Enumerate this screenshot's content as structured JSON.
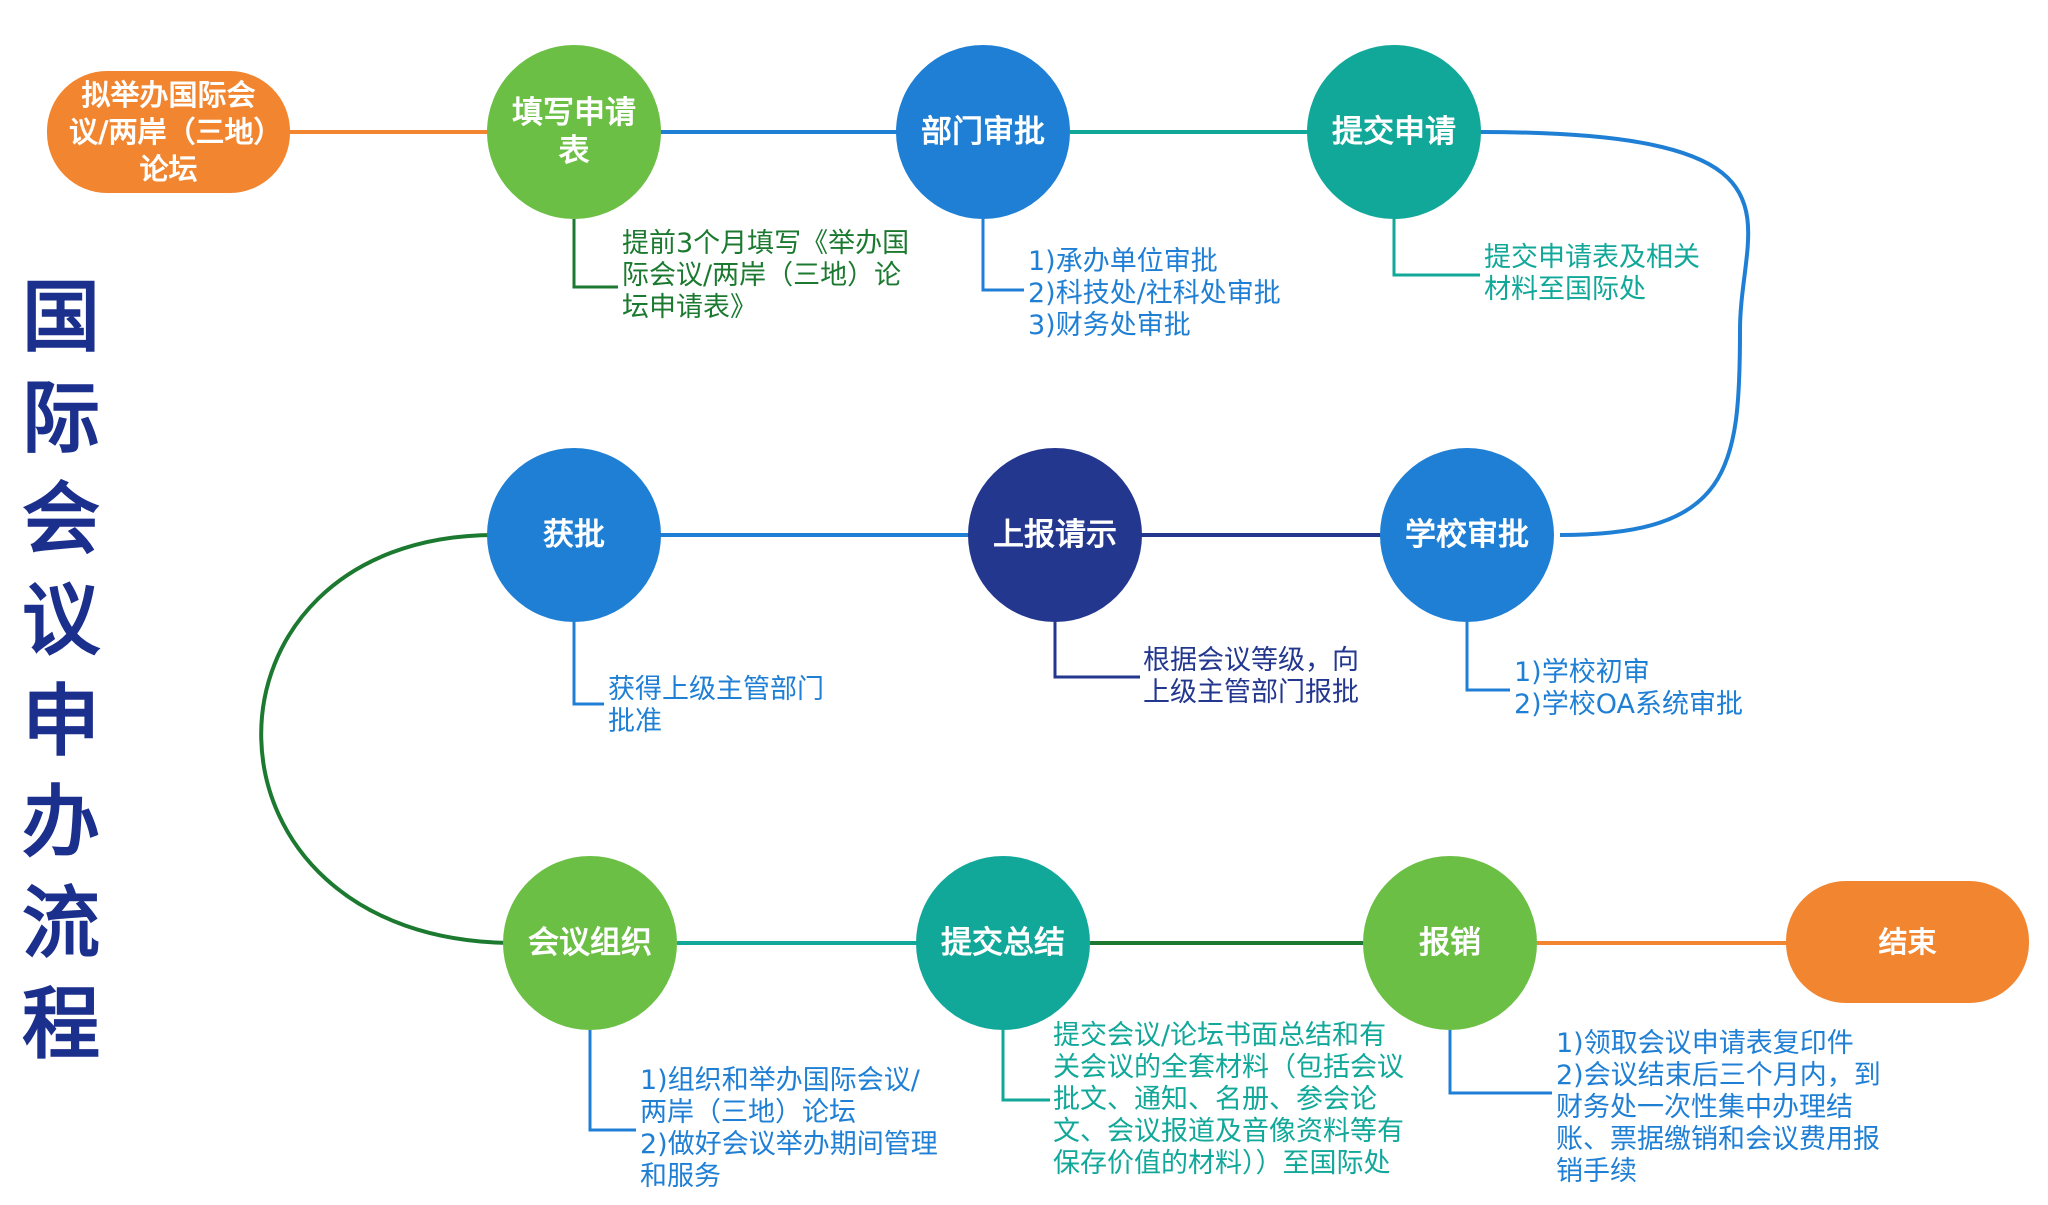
{
  "title": "国际会议申办流程",
  "colors": {
    "orange": "#f2852f",
    "green": "#6cbf45",
    "blue": "#1f7fd4",
    "teal": "#11a89a",
    "navy": "#24378f",
    "dark_green": "#1c7a30",
    "title": "#1b2f8c"
  },
  "steps": [
    {
      "id": "start",
      "label": "拟举办国际会议/两岸（三地）论坛",
      "color": "#f2852f",
      "shape": "pill"
    },
    {
      "id": "fill-form",
      "label": "填写申请表",
      "color": "#6cbf45",
      "shape": "circle",
      "note": [
        "提前3个月填写《举办国际会议/两岸（三地）论坛申请表》"
      ],
      "note_color": "#1c7a30"
    },
    {
      "id": "dept-approval",
      "label": "部门审批",
      "color": "#1f7fd4",
      "shape": "circle",
      "note": [
        "1)承办单位审批",
        "2)科技处/社科处审批",
        "3)财务处审批"
      ],
      "note_color": "#1f7fd4"
    },
    {
      "id": "submit-application",
      "label": "提交申请",
      "color": "#11a89a",
      "shape": "circle",
      "note": [
        "提交申请表及相关材料至国际处"
      ],
      "note_color": "#11a89a"
    },
    {
      "id": "school-approval",
      "label": "学校审批",
      "color": "#1f7fd4",
      "shape": "circle",
      "note": [
        "1)学校初审",
        "2)学校OA系统审批"
      ],
      "note_color": "#1f7fd4"
    },
    {
      "id": "report",
      "label": "上报请示",
      "color": "#24378f",
      "shape": "circle",
      "note": [
        "根据会议等级，向上级主管部门报批"
      ],
      "note_color": "#24378f"
    },
    {
      "id": "approved",
      "label": "获批",
      "color": "#1f7fd4",
      "shape": "circle",
      "note": [
        "获得上级主管部门批准"
      ],
      "note_color": "#1f7fd4"
    },
    {
      "id": "organize",
      "label": "会议组织",
      "color": "#6cbf45",
      "shape": "circle",
      "note": [
        "1)组织和举办国际会议/两岸（三地）论坛",
        "2)做好会议举办期间管理和服务"
      ],
      "note_color": "#1f7fd4"
    },
    {
      "id": "submit-summary",
      "label": "提交总结",
      "color": "#11a89a",
      "shape": "circle",
      "note": [
        "提交会议/论坛书面总结和有关会议的全套材料（包括会议批文、通知、名册、参会论文、会议报道及音像资料等有保存价值的材料））至国际处"
      ],
      "note_color": "#11a89a"
    },
    {
      "id": "reimburse",
      "label": "报销",
      "color": "#6cbf45",
      "shape": "circle",
      "note": [
        "1)领取会议申请表复印件",
        "2)会议结束后三个月内，到财务处一次性集中办理结账、票据缴销和会议费用报销手续"
      ],
      "note_color": "#1f7fd4"
    },
    {
      "id": "end",
      "label": "结束",
      "color": "#f2852f",
      "shape": "pill"
    }
  ],
  "connectors": [
    {
      "from": "start",
      "to": "fill-form",
      "color": "#f2852f"
    },
    {
      "from": "fill-form",
      "to": "dept-approval",
      "color": "#1f7fd4"
    },
    {
      "from": "dept-approval",
      "to": "submit-application",
      "color": "#11a89a"
    },
    {
      "from": "submit-application",
      "to": "school-approval",
      "color": "#1f7fd4"
    },
    {
      "from": "school-approval",
      "to": "report",
      "color": "#24378f"
    },
    {
      "from": "report",
      "to": "approved",
      "color": "#1f7fd4"
    },
    {
      "from": "approved",
      "to": "organize",
      "color": "#1c7a30"
    },
    {
      "from": "organize",
      "to": "submit-summary",
      "color": "#11a89a"
    },
    {
      "from": "submit-summary",
      "to": "reimburse",
      "color": "#1c7a30"
    },
    {
      "from": "reimburse",
      "to": "end",
      "color": "#f2852f"
    }
  ]
}
